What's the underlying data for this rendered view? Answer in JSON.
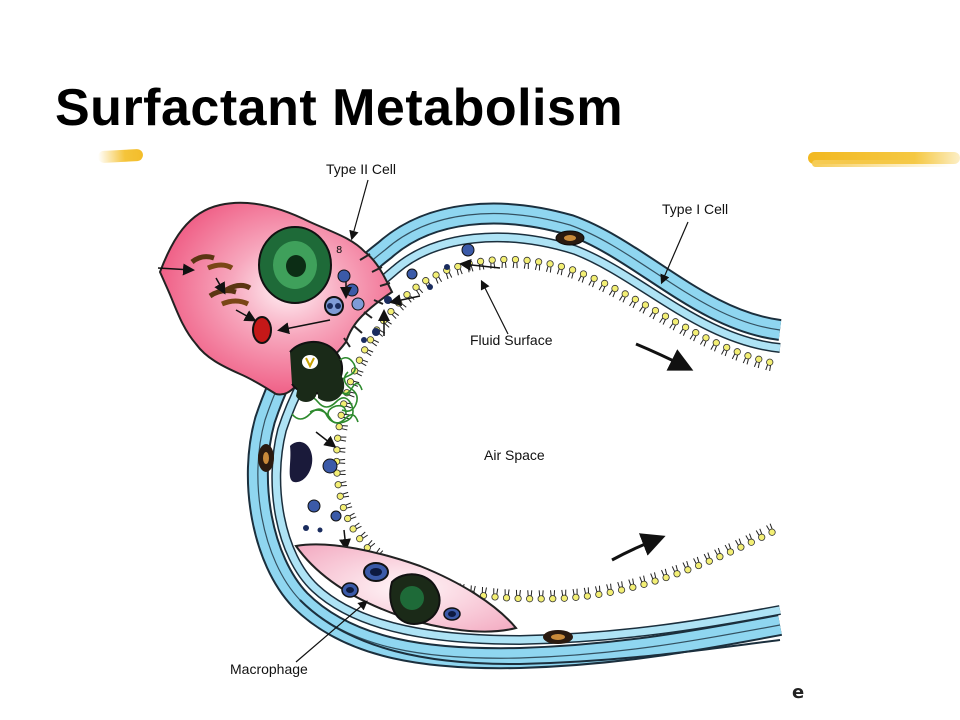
{
  "slide": {
    "title": "Surfactant Metabolism",
    "corner_mark": "e"
  },
  "diagram": {
    "labels": {
      "type2_cell": "Type II Cell",
      "type1_cell": "Type I Cell",
      "fluid_surface": "Fluid Surface",
      "air_space": "Air Space",
      "macrophage": "Macrophage"
    },
    "colors": {
      "type2_cell": "#f2567e",
      "type2_cell_dark": "#e03a66",
      "nucleus": "#1f6b3a",
      "membrane_blue": "#7fd0ee",
      "membrane_dark": "#2a6f94",
      "surfactant_head": "#f3ef74",
      "macrophage": "#f6c4d3",
      "tubular_myelin": "#2d8a2d",
      "vesicle": "#3b5aa8",
      "title_highlight": "#f5c43a"
    }
  }
}
